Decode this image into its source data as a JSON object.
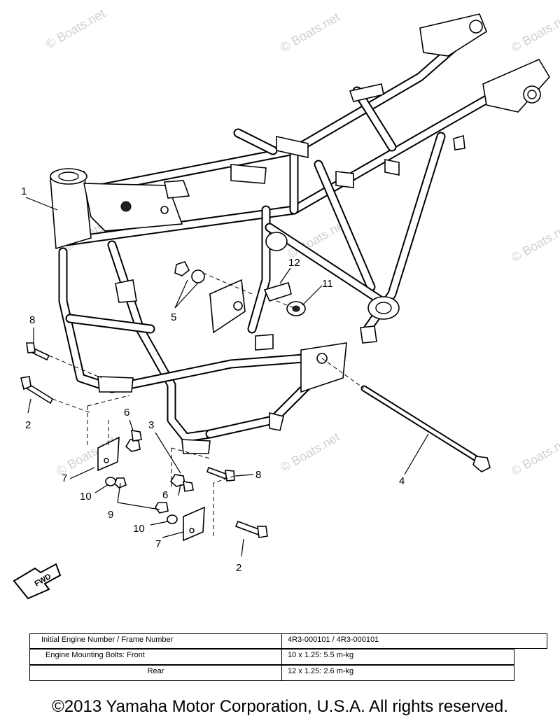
{
  "callouts": {
    "c1": "1",
    "c2a": "2",
    "c2b": "2",
    "c3": "3",
    "c4": "4",
    "c5": "5",
    "c6a": "6",
    "c6b": "6",
    "c7a": "7",
    "c7b": "7",
    "c8a": "8",
    "c8b": "8",
    "c9": "9",
    "c10a": "10",
    "c10b": "10",
    "c11": "11",
    "c12": "12"
  },
  "fwd_label": "FWD",
  "watermark": "© Boats.net",
  "spec_table": {
    "row1": {
      "label": "Initial Engine Number / Frame Number",
      "value": "4R3-000101 / 4R3-000101"
    },
    "row2": {
      "label": "Engine Mounting Bolts: Front",
      "value": "10 x 1.25: 5.5 m-kg"
    },
    "row3": {
      "label": "Rear",
      "value": "12 x 1.25: 2.6 m-kg"
    }
  },
  "copyright": "©2013 Yamaha Motor Corporation, U.S.A. All rights reserved."
}
